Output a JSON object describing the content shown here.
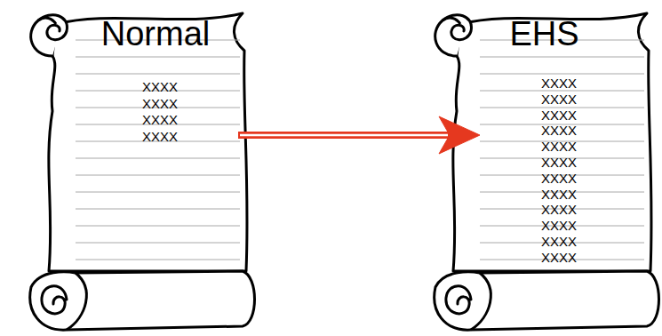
{
  "diagram": {
    "nodes": [
      {
        "text": [
          "Normal",
          "XXXX",
          "XXXX",
          "XXXX",
          "XXXX"
        ]
      },
      {
        "text": [
          "EHS",
          "XXXX",
          "XXXX",
          "XXXX",
          "XXXX",
          "XXXX",
          "XXXX",
          "XXXX",
          "XXXX",
          "XXXX",
          "XXXX",
          "XXXX",
          "XXXX"
        ]
      }
    ],
    "edges": [
      {
        "from": 0,
        "to": 1,
        "arrow": "to"
      }
    ]
  }
}
